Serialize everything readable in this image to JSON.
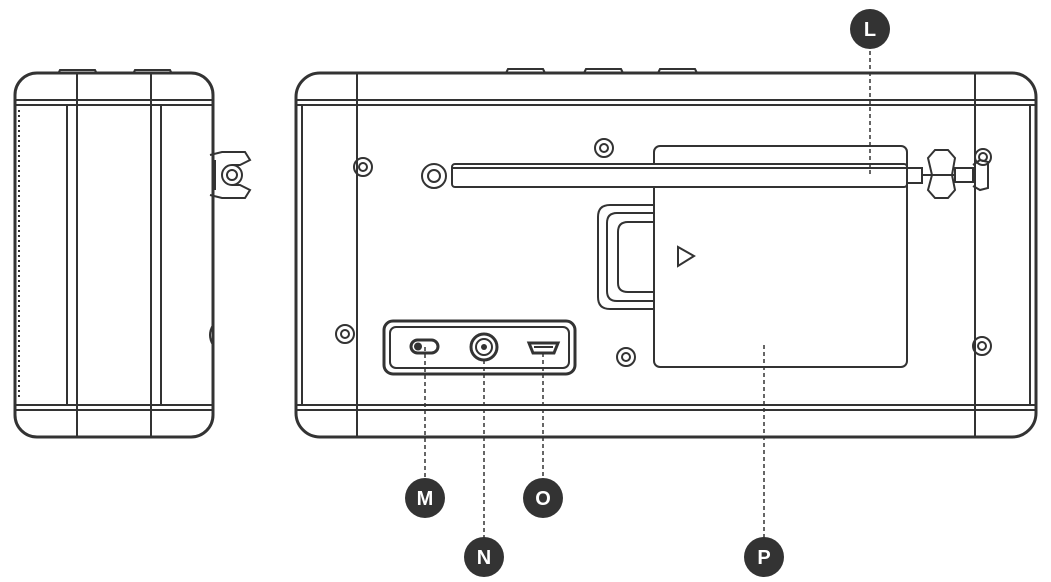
{
  "callouts": {
    "L": "L",
    "M": "M",
    "N": "N",
    "O": "O",
    "P": "P"
  },
  "colors": {
    "line": "#333333",
    "callout_fill": "#333333",
    "callout_text": "#ffffff",
    "background": "#ffffff"
  },
  "icons": {
    "compartment_arrow": "play-triangle-icon"
  }
}
